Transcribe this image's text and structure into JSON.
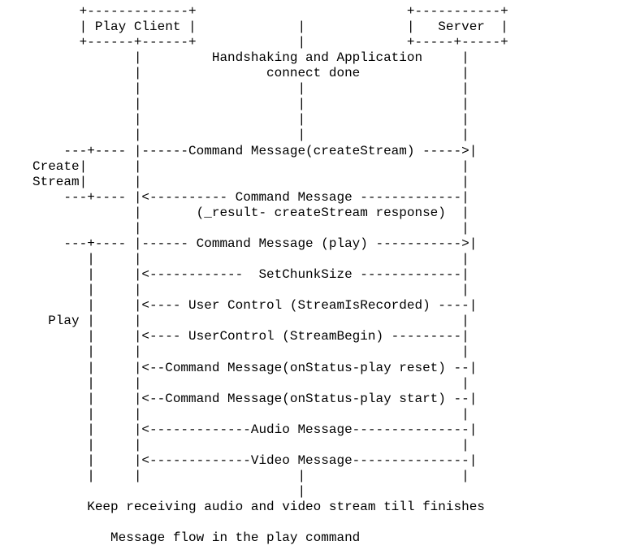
{
  "diagram": {
    "lines": [
      "      +-------------+                           +-----------+",
      "      | Play Client |             |             |   Server  |",
      "      +------+------+             |             +-----+-----+",
      "             |         Handshaking and Application     |",
      "             |                connect done             |",
      "             |                    |                    |",
      "             |                    |                    |",
      "             |                    |                    |",
      "             |                    |                    |",
      "    ---+---- |------Command Message(createStream) ----->|",
      "Create|      |                                         |",
      "Stream|      |                                         |",
      "    ---+---- |<---------- Command Message -------------|",
      "             |       (_result- createStream response)  |",
      "             |                                         |",
      "    ---+---- |------ Command Message (play) ----------->|",
      "       |     |                                         |",
      "       |     |<------------  SetChunkSize -------------|",
      "       |     |                                         |",
      "       |     |<---- User Control (StreamIsRecorded) ----|",
      "  Play |     |                                         |",
      "       |     |<---- UserControl (StreamBegin) ---------|",
      "       |     |                                         |",
      "       |     |<--Command Message(onStatus-play reset) --|",
      "       |     |                                         |",
      "       |     |<--Command Message(onStatus-play start) --|",
      "       |     |                                         |",
      "       |     |<-------------Audio Message---------------|",
      "       |     |                                         |",
      "       |     |<-------------Video Message---------------|",
      "       |     |                    |                    |",
      "                                  |",
      "       Keep receiving audio and video stream till finishes",
      "",
      "          Message flow in the play command"
    ]
  }
}
